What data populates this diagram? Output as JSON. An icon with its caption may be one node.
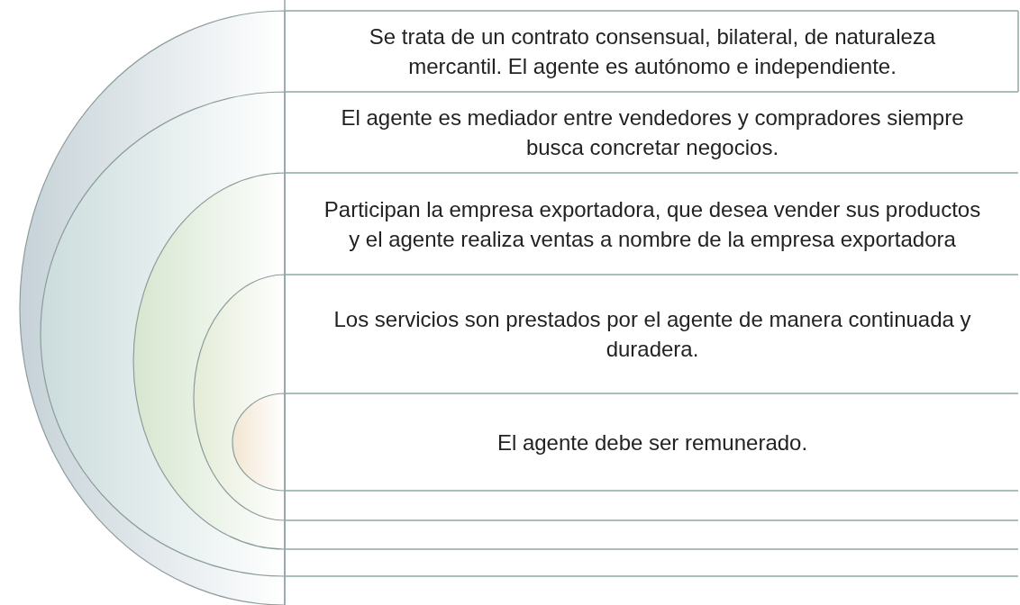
{
  "diagram": {
    "nodes": [
      {
        "text": [
          "Se trata de un contrato consensual, bilateral, de naturaleza mercantil. El agente es autónomo e independiente."
        ]
      },
      {
        "text": [
          "El agente es mediador entre vendedores y compradores siempre busca concretar negocios."
        ]
      },
      {
        "text": [
          "Participan la empresa exportadora, que desea vender sus productos y el agente realiza ventas a nombre de la empresa exportadora"
        ]
      },
      {
        "text": [
          "Los servicios son prestados por el agente de manera continuada y duradera."
        ]
      },
      {
        "text": [
          "El agente debe ser remunerado."
        ]
      }
    ]
  }
}
